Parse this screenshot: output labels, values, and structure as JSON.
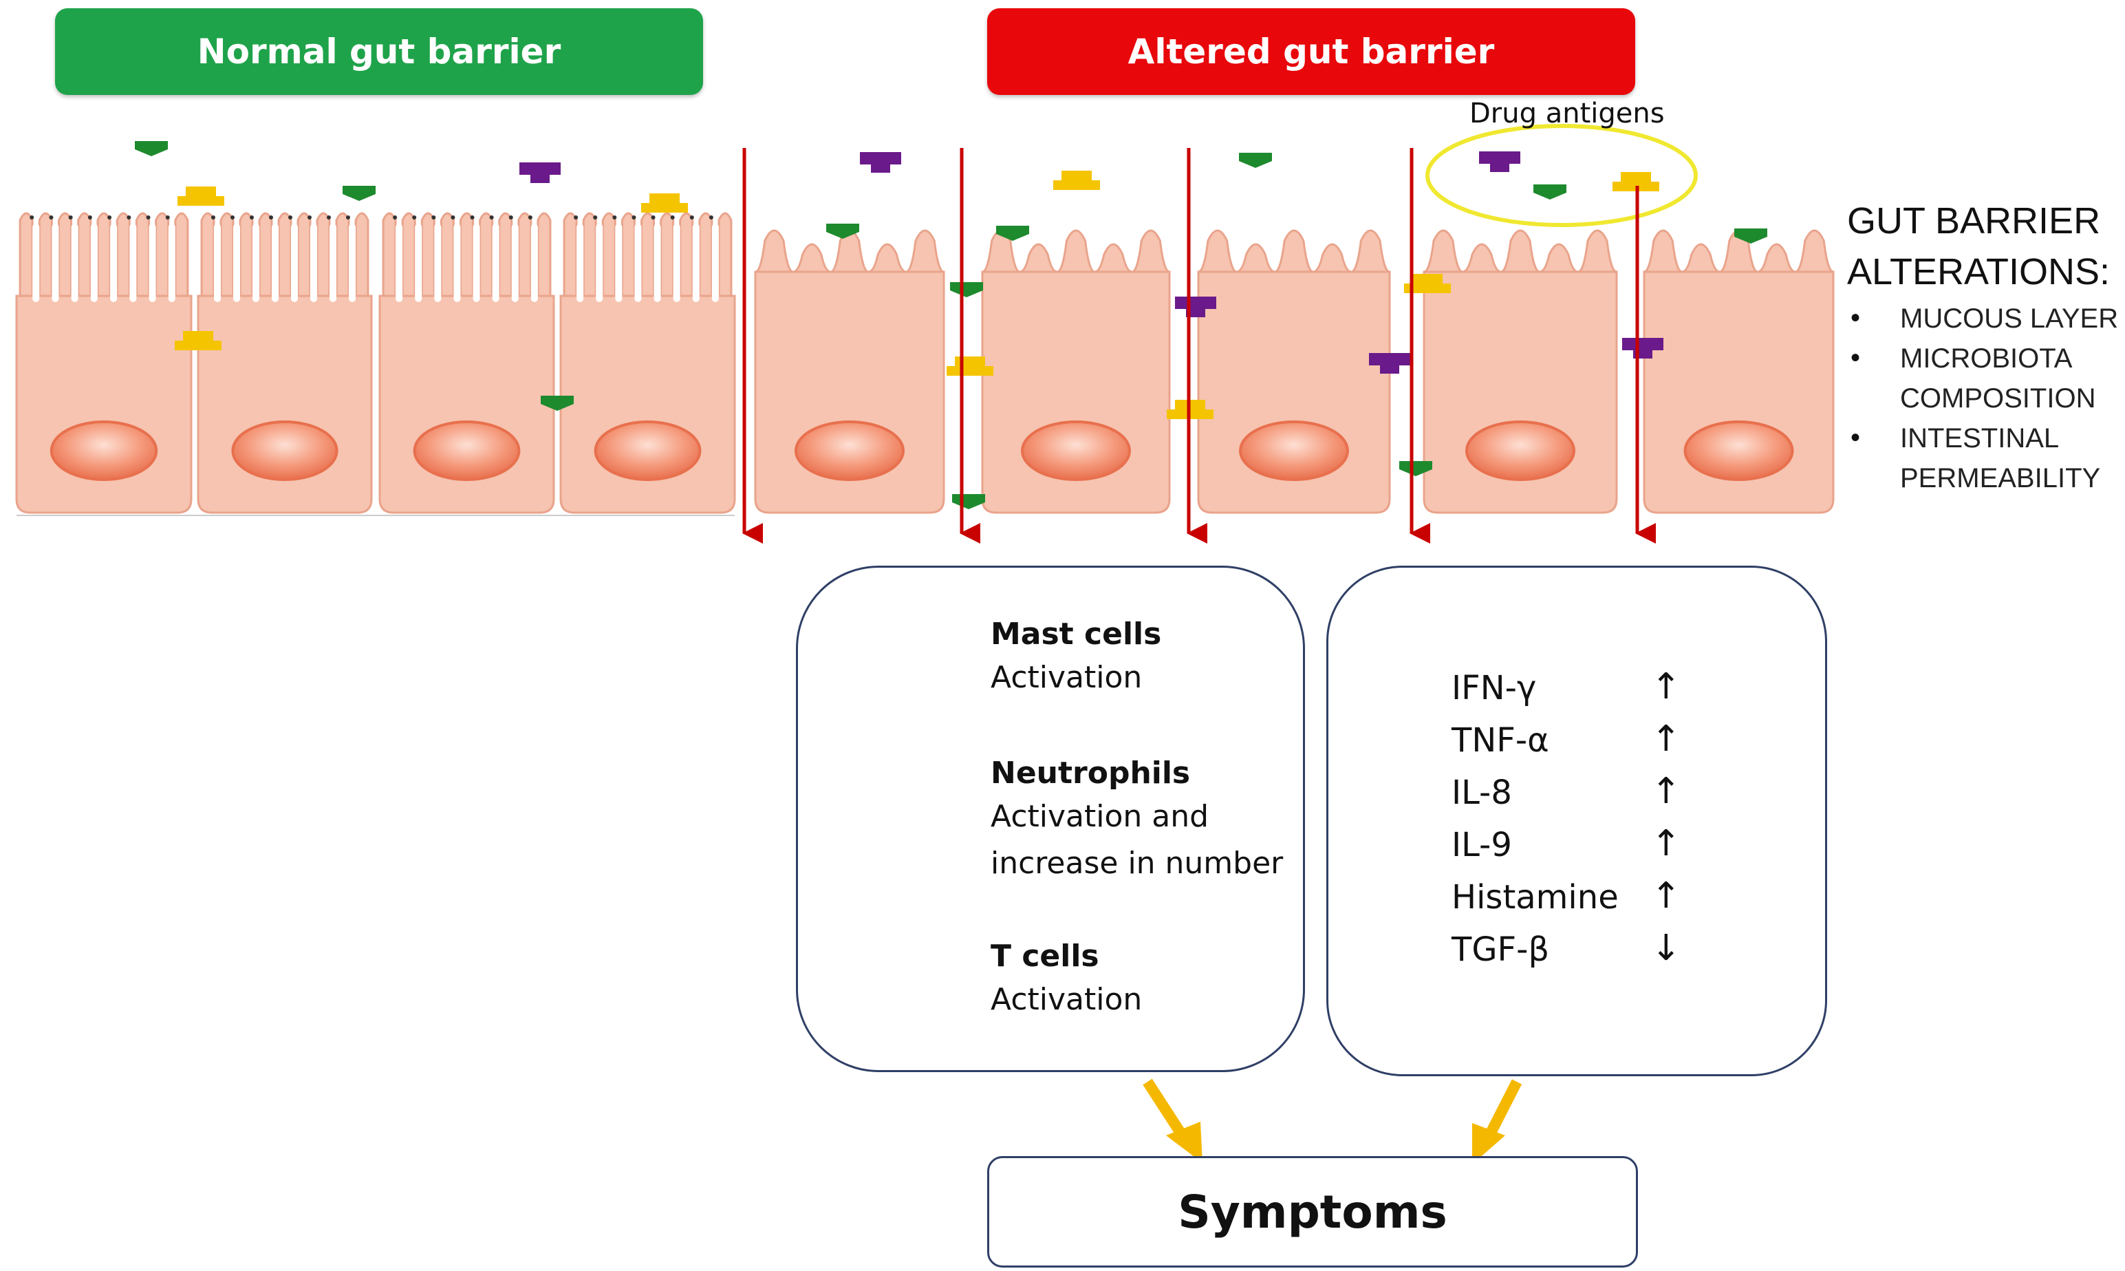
{
  "banners": {
    "normal": "Normal gut barrier",
    "altered": "Altered gut barrier"
  },
  "drug_antigens_label": "Drug antigens",
  "alterations": {
    "title_line1": "GUT BARRIER",
    "title_line2": "ALTERATIONS:",
    "items": [
      {
        "line1": "MUCOUS LAYER",
        "line2": ""
      },
      {
        "line1": "MICROBIOTA",
        "line2": "COMPOSITION"
      },
      {
        "line1": "INTESTINAL",
        "line2": "PERMEABILITY"
      }
    ]
  },
  "immune_cells": [
    {
      "name": "Mast cells",
      "desc_line1": "Activation",
      "desc_line2": "",
      "icon": "mast-cell-icon"
    },
    {
      "name": "Neutrophils",
      "desc_line1": "Activation and",
      "desc_line2": "increase in number",
      "icon": "neutrophil-icon"
    },
    {
      "name": "T cells",
      "desc_line1": "Activation",
      "desc_line2": "",
      "icon": "t-cell-icon"
    }
  ],
  "cytokines": [
    {
      "name": "IFN-γ",
      "arrow": "↑"
    },
    {
      "name": "TNF-α",
      "arrow": "↑"
    },
    {
      "name": "IL-8",
      "arrow": "↑"
    },
    {
      "name": "IL-9",
      "arrow": "↑"
    },
    {
      "name": "Histamine",
      "arrow": "↑"
    },
    {
      "name": "TGF-β",
      "arrow": "↓"
    }
  ],
  "symptoms": "Symptoms",
  "colors": {
    "normal_banner": "#1fa34a",
    "altered_banner": "#e8070b",
    "cell_fill": "#f6c4b0",
    "cell_stroke": "#e9a48c",
    "nucleus_fill": "#f4896a",
    "permeability_arrow": "#c80000",
    "flow_arrow": "#f5b800",
    "antigen_green": "#1e8a2e",
    "antigen_purple": "#6a1a8a",
    "antigen_yellow": "#f5c400",
    "highlight_ellipse": "#f0e830"
  }
}
